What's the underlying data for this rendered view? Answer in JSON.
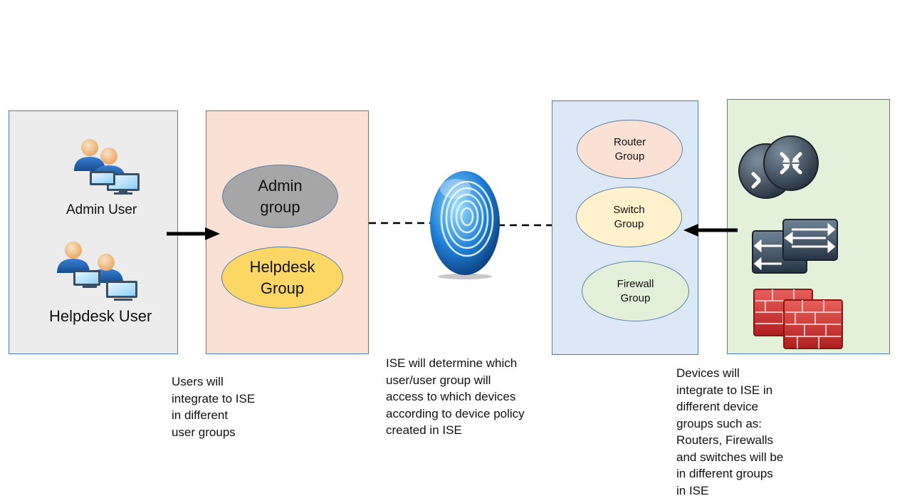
{
  "users": {
    "admin_user": "Admin User",
    "helpdesk_user": "Helpdesk User"
  },
  "user_groups": {
    "admin": "Admin\ngroup",
    "helpdesk": "Helpdesk\nGroup"
  },
  "device_groups": {
    "router": "Router\nGroup",
    "switch": "Switch\nGroup",
    "firewall": "Firewall\nGroup"
  },
  "captions": {
    "users": "Users will\nintegrate to ISE\nin different\nuser groups",
    "ise": "ISE  will determine which\nuser/user group will\naccess to which devices\naccording to device policy\ncreated in ISE",
    "devices": "Devices will\nintegrate to ISE in\ndifferent device\ngroups such as:\nRouters, Firewalls\nand switches will be\nin different groups\nin ISE"
  },
  "icons": [
    "users-icon",
    "fingerprint-icon",
    "router-icon",
    "switch-icon",
    "firewall-icon"
  ],
  "colors": {
    "users_panel": "#ececec",
    "user_groups_panel": "#fae1d3",
    "device_groups_panel": "#dce8f5",
    "devices_panel": "#e3f0da",
    "admin_group": "#a6a6a6",
    "helpdesk_group": "#fdd766",
    "router_group": "#fae1d3",
    "switch_group": "#fff2cc",
    "firewall_group": "#e2efd9",
    "panel_border": "#4a7fb5"
  }
}
